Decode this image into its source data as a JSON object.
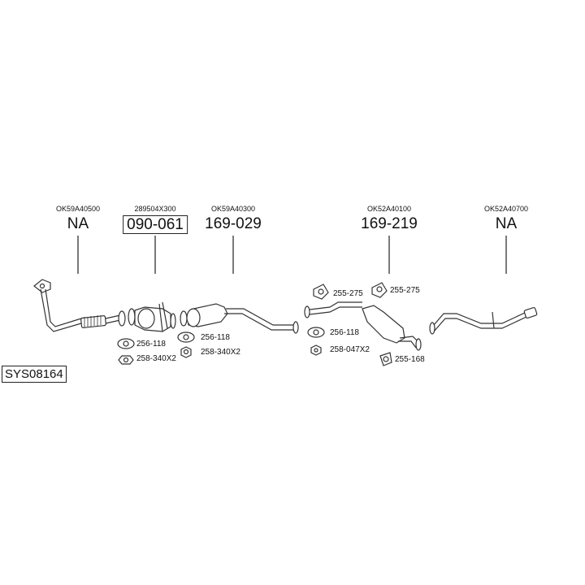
{
  "diagram_id": "SYS08164",
  "positions": [
    {
      "oem": "OK59A40500",
      "part": "NA"
    },
    {
      "oem": "289504X300",
      "part": "090-061"
    },
    {
      "oem": "OK59A40300",
      "part": "169-029"
    },
    {
      "oem": "OK52A40100",
      "part": "169-219"
    },
    {
      "oem": "OK52A40700",
      "part": "NA"
    }
  ],
  "fittings": [
    "256-118",
    "258-340X2",
    "256-118",
    "258-340X2",
    "255-275",
    "256-118",
    "258-047X2",
    "255-275",
    "255-168"
  ]
}
